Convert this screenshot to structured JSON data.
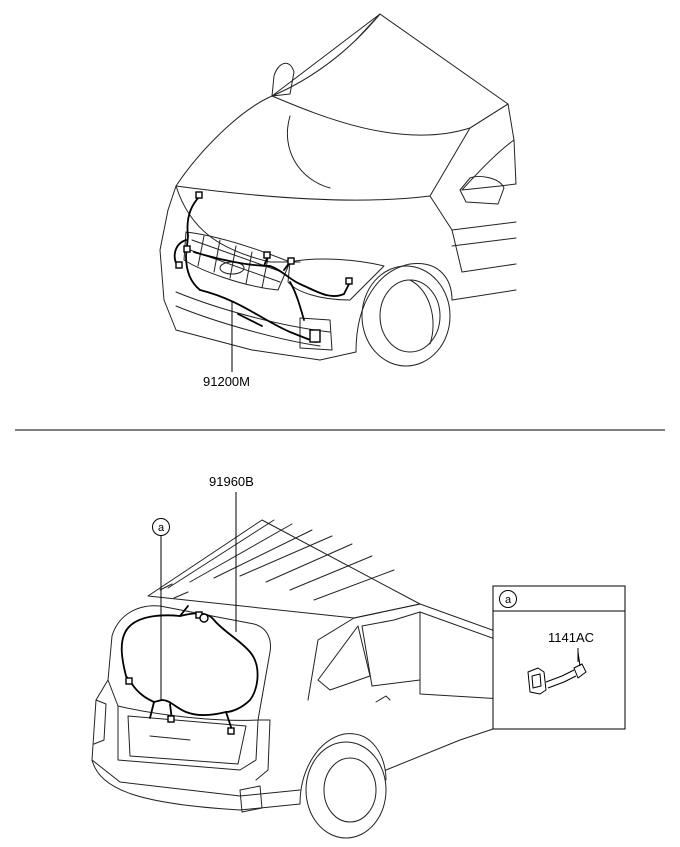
{
  "top_section": {
    "part_number": "91200M"
  },
  "bottom_section": {
    "part_number": "91960B",
    "callout_marker": "a"
  },
  "detail_box": {
    "marker": "a",
    "part_number": "1141AC"
  }
}
